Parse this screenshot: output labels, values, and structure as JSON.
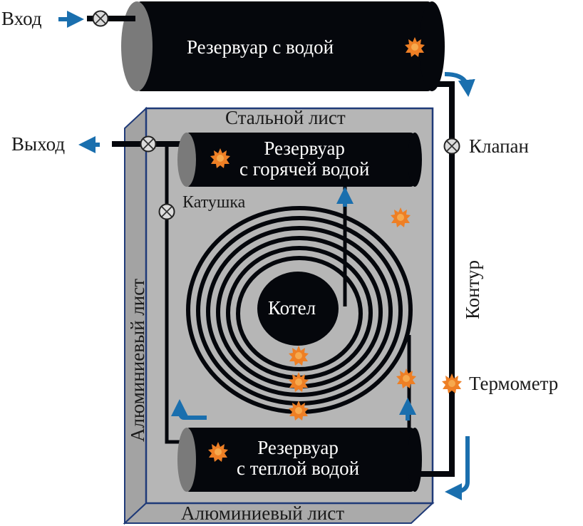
{
  "labels": {
    "inlet": "Вход",
    "outlet": "Выход",
    "main_tank": "Резервуар с водой",
    "steel_sheet": "Стальной лист",
    "hot_tank_line1": "Резервуар",
    "hot_tank_line2": "с горячей водой",
    "coil": "Катушка",
    "valve": "Клапан",
    "boiler": "Котел",
    "contour": "Контур",
    "aluminium_left": "Алюминиевый лист",
    "aluminium_bottom": "Алюминиевый лист",
    "thermometer": "Термометр",
    "warm_tank_line1": "Резервуар",
    "warm_tank_line2": "с теплой водой"
  },
  "colors": {
    "tank": "#05070c",
    "tank_cap": "#7a7a7a",
    "steel_sheet": "#b4b4b4",
    "aluminium": "#a9a9a9",
    "border": "#1f3a78",
    "pipe": "#05070c",
    "arrow": "#1a6fae",
    "sun": "#ee7f25",
    "valve": "#d8d8d8"
  }
}
